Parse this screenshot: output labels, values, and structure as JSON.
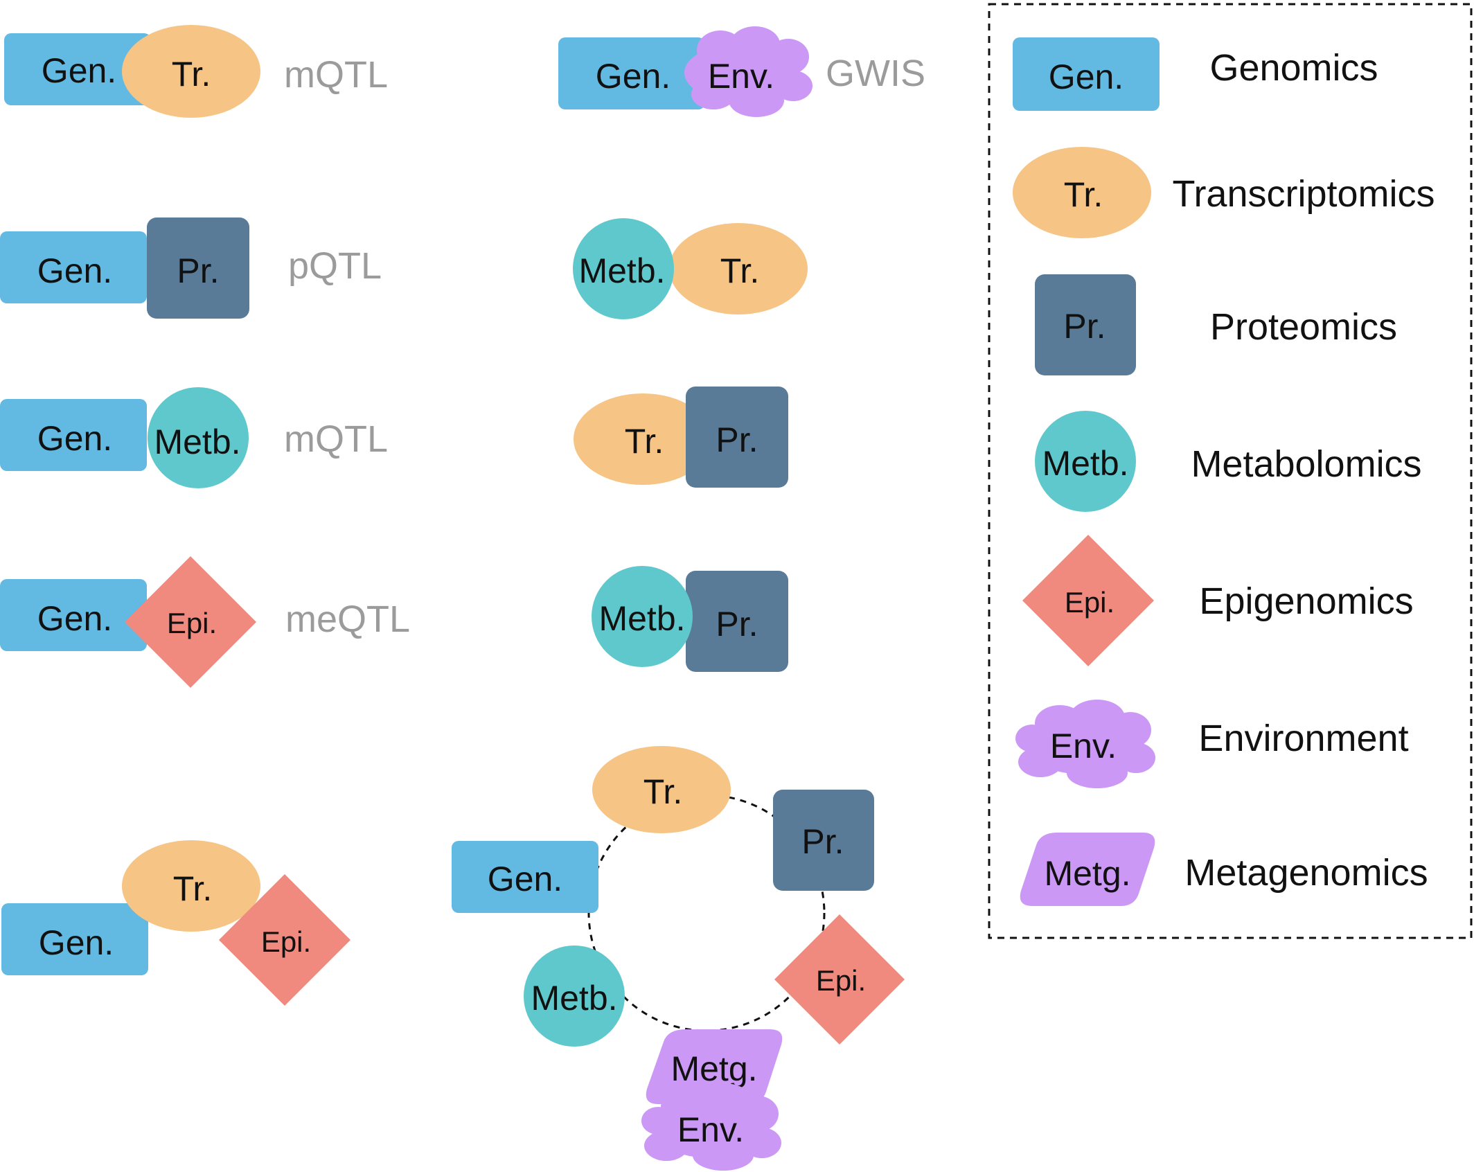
{
  "colors": {
    "genomics": "#62b9e1",
    "transcriptomics": "#f6c484",
    "proteomics": "#5a7b97",
    "metabolomics": "#5fc8cc",
    "epigenomics": "#f08a7e",
    "environment": "#cc98f6",
    "metagenomics": "#cc98f6",
    "qtl_text": "#9b9b9b",
    "text": "#111111"
  },
  "abbrev": {
    "gen": "Gen.",
    "tr": "Tr.",
    "pr": "Pr.",
    "metb": "Metb.",
    "epi": "Epi.",
    "env": "Env.",
    "metg": "Metg."
  },
  "qtl_labels": {
    "gen_tr": "mQTL",
    "gen_pr": "pQTL",
    "gen_metb": "mQTL",
    "gen_epi": "meQTL",
    "gen_env": "GWIS"
  },
  "legend": {
    "items": [
      {
        "icon": "genomics-rect-icon",
        "label": "Genomics"
      },
      {
        "icon": "transcriptomics-ellipse-icon",
        "label": "Transcriptomics"
      },
      {
        "icon": "proteomics-square-icon",
        "label": "Proteomics"
      },
      {
        "icon": "metabolomics-circle-icon",
        "label": "Metabolomics"
      },
      {
        "icon": "epigenomics-diamond-icon",
        "label": "Epigenomics"
      },
      {
        "icon": "environment-cloud-icon",
        "label": "Environment"
      },
      {
        "icon": "metagenomics-parallelogram-icon",
        "label": "Metagenomics"
      }
    ]
  }
}
